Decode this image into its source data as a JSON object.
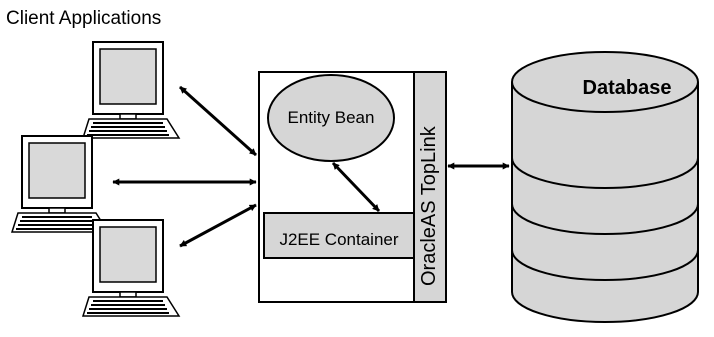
{
  "diagram": {
    "title": "Client Applications",
    "nodes": {
      "entity_bean": "Entity Bean",
      "j2ee_container": "J2EE Container",
      "toplink": "OracleAS TopLink",
      "database": "Database"
    },
    "clients": [
      {
        "icon": "computer-workstation-icon"
      },
      {
        "icon": "computer-workstation-icon"
      },
      {
        "icon": "computer-workstation-icon"
      }
    ],
    "colors": {
      "fill_gray": "#d6d6d6",
      "screen_gray": "#d9d9d9",
      "stroke": "#000000",
      "background": "#ffffff"
    }
  }
}
